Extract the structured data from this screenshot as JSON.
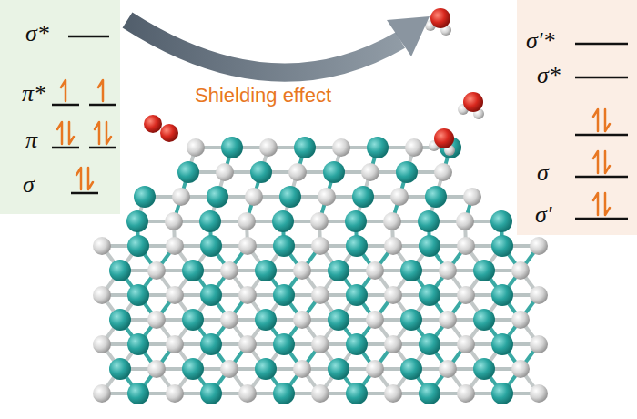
{
  "diagram": {
    "nodes": [
      {
        "text": [
          "σ*",
          "π*",
          "π",
          "σ"
        ]
      },
      {
        "text": [
          "σ'*",
          "σ*",
          "σ",
          "σ'"
        ]
      }
    ],
    "labels": [
      "Shielding effect"
    ]
  }
}
